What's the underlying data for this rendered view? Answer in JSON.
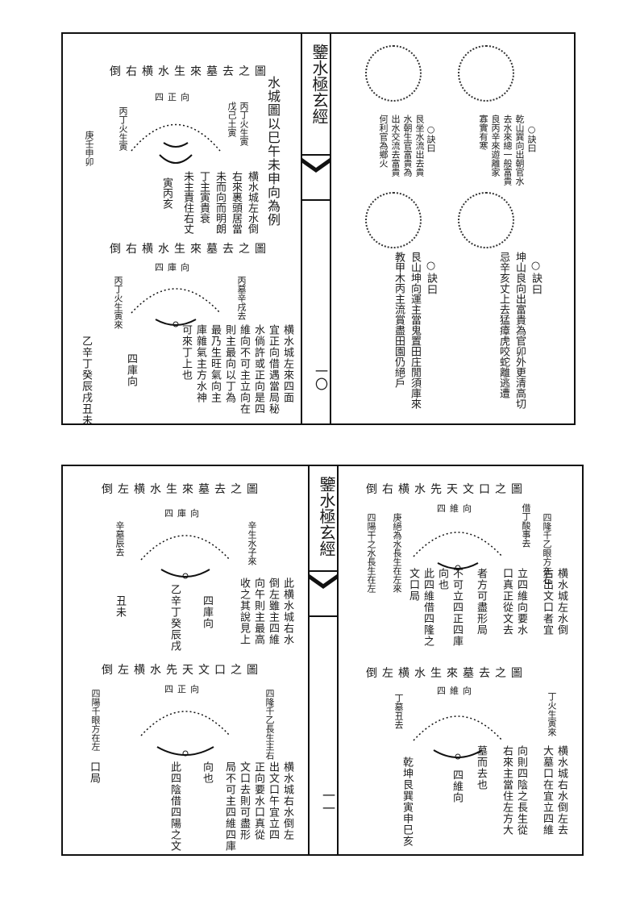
{
  "book_title": "鑒水極玄經",
  "page_numbers": {
    "top": "一〇",
    "bottom": "一一"
  },
  "top_right": {
    "rhyme1_head": "○訣曰",
    "rhyme1_cols": [
      "乾山巽向出朝官水",
      "去水來總一般富貴",
      "良丙辛來遊離家",
      "寡實有寒"
    ],
    "rhyme2_head": "○訣曰",
    "rhyme2_cols": [
      "艮坐水流出去貴",
      "水朝生官富貴為",
      "出水交流去富貴",
      "何利官為鄉火"
    ],
    "rhyme3_head": "○訣曰",
    "rhyme3_cols": [
      "坤山良向出富貴為官卯外更清高切",
      "忌辛亥丈上去猛瘴虎咬蛇離逃遭"
    ],
    "rhyme4_head": "○訣曰",
    "rhyme4_cols": [
      "艮山坤向運主當鬼置田庄閒須庫來",
      "教甲木丙主流賞盡田園仍絕戶"
    ]
  },
  "top_left": {
    "title1": "倒右横水生來墓去之圖",
    "dir1": "四正向",
    "fig1_left": [
      "丙丁火生寅",
      "庚壬申卯"
    ],
    "fig1_right": [
      "丙丁火生寅",
      "戊己土寅"
    ],
    "notes1": [
      "水城圖以巳午未申向為例",
      "横水城左水倒",
      "右來裹頭居當",
      "未而向而明朗",
      "丁主寅貴衰",
      "未主貴住右丈",
      "寅丙亥"
    ],
    "title2": "倒右横水生來墓去之圖",
    "dir2": "四庫向",
    "fig2_right": "丙墓辛戌去",
    "fig2_left": "丙丁火生寅來",
    "notes2": [
      "横水城左來四面",
      "宜正向借遇當局秘",
      "水倘許或正向是四",
      "維向不可主立向在",
      "則主最向以丁為",
      "最乃生旺氣向主",
      "庫雜氣主方水神",
      "可來丁上也"
    ],
    "tail2": [
      "四庫向",
      "乙辛丁癸辰戌丑未"
    ]
  },
  "bottom_right": {
    "title1": "倒右横水先天文口之圖",
    "dir1": "四維向",
    "fig1_right": "四隆千乙眼方在右",
    "fig1_right2": "借丁酸事去",
    "fig1_left": "庚絕為水長生在左來",
    "fig1_left2": "四陽干之水長生在左",
    "notes1": [
      "横水城左水倒",
      "右出文口者宜",
      "立四維向要水",
      "口真正從文去",
      "者方可盡形局",
      "不可立四正四庫",
      "向也",
      "此四維借四隆之",
      "文口局"
    ],
    "title2": "倒左横水生來墓去之圖",
    "dir2": "四維向",
    "fig2_right": "丁火生寅來",
    "fig2_left": "丁墓丑去",
    "notes2": [
      "横水城右水倒左去",
      "大墓口在宜立四維",
      "向則四陰之長生從",
      "右來主當住左方大",
      "墓而去也",
      "四維向",
      "乾坤艮巽寅申巳亥"
    ]
  },
  "bottom_left": {
    "title1": "倒左横水生來墓去之圖",
    "dir1": "四庫向",
    "fig1_right": "辛生水子來",
    "fig1_left": "辛墓辰去",
    "notes1": [
      "此横水城右水",
      "倒左雖主四維",
      "向午則主最高",
      "收之其說見上",
      "四庫向",
      "乙辛丁癸辰戌",
      "丑未"
    ],
    "title2": "倒左横水先天文口之圖",
    "dir2": "四正向",
    "fig2_right": "四隆千乙長生主右",
    "fig2_left": "四陽千眼方在左",
    "notes2": [
      "横水城右水倒左",
      "出文口午宜立四",
      "正向要水口真從",
      "文口去則可盡形",
      "局不可主四維四庫",
      "向也",
      "此四陰借四陽之文",
      "口局"
    ]
  }
}
